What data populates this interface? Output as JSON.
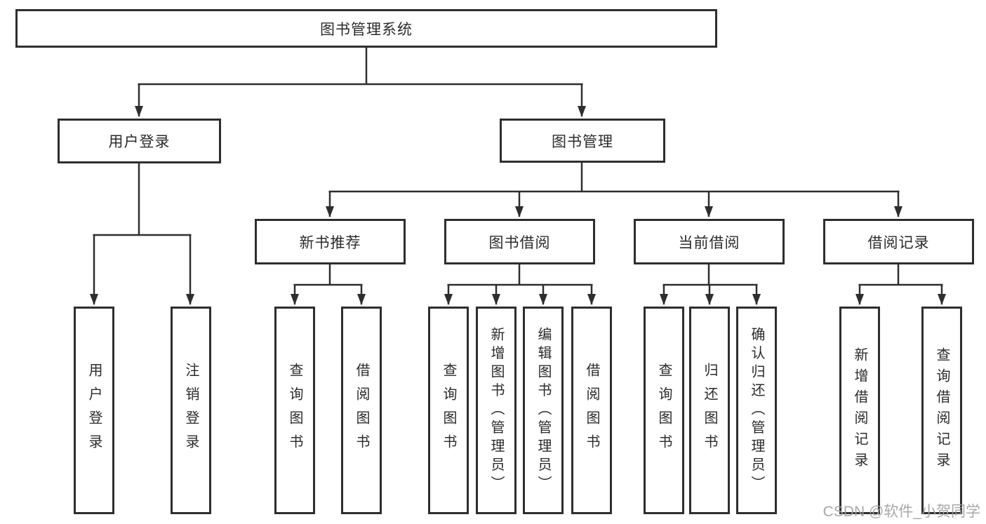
{
  "colors": {
    "line": "#2e2e2e",
    "box_border": "#2e2e2e",
    "text": "#2b2b2b",
    "background": "#ffffff",
    "watermark": "#9e9e9e"
  },
  "watermark": "CSDN @软件_小贺同学",
  "tree": {
    "label": "图书管理系统",
    "children": [
      {
        "label": "用户登录",
        "children": [
          {
            "label": "用户登录"
          },
          {
            "label": "注销登录"
          }
        ]
      },
      {
        "label": "图书管理",
        "children": [
          {
            "label": "新书推荐",
            "children": [
              {
                "label": "查询图书"
              },
              {
                "label": "借阅图书"
              }
            ]
          },
          {
            "label": "图书借阅",
            "children": [
              {
                "label": "查询图书"
              },
              {
                "label": "新增图书（管理员）"
              },
              {
                "label": "编辑图书（管理员）"
              },
              {
                "label": "借阅图书"
              }
            ]
          },
          {
            "label": "当前借阅",
            "children": [
              {
                "label": "查询图书"
              },
              {
                "label": "归还图书"
              },
              {
                "label": "确认归还（管理员）"
              }
            ]
          },
          {
            "label": "借阅记录",
            "children": [
              {
                "label": "新增借阅记录"
              },
              {
                "label": "查询借阅记录"
              }
            ]
          }
        ]
      }
    ]
  }
}
